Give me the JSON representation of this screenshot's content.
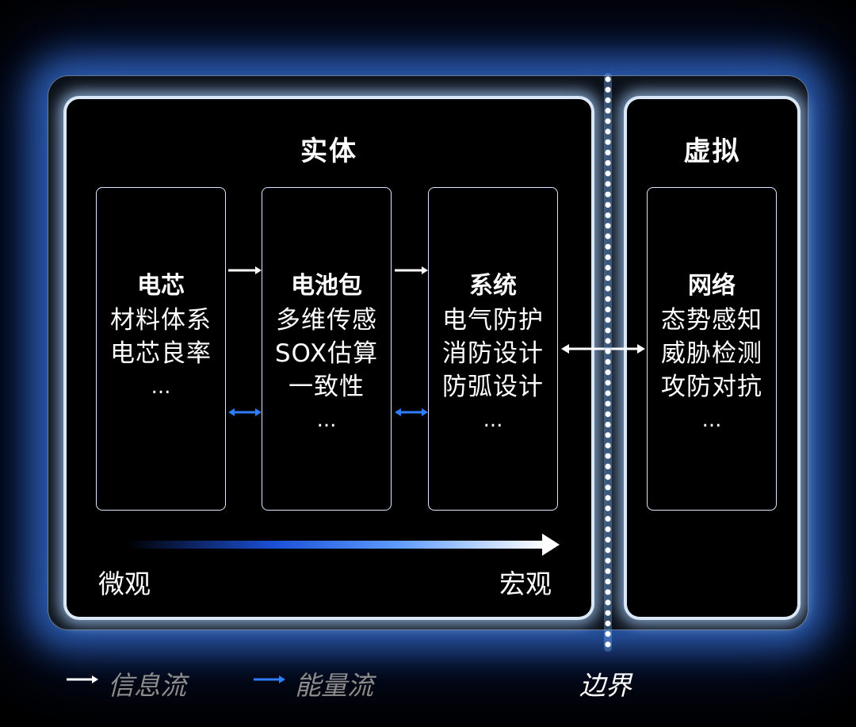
{
  "physical": {
    "title": "实体",
    "cards": [
      {
        "title": "电芯",
        "lines": [
          "材料体系",
          "电芯良率",
          "..."
        ]
      },
      {
        "title": "电池包",
        "lines": [
          "多维传感",
          "SOX估算",
          "一致性",
          "..."
        ]
      },
      {
        "title": "系统",
        "lines": [
          "电气防护",
          "消防设计",
          "防弧设计",
          "..."
        ]
      }
    ],
    "scale_start": "微观",
    "scale_end": "宏观"
  },
  "virtual": {
    "title": "虚拟",
    "card": {
      "title": "网络",
      "lines": [
        "态势感知",
        "威胁检测",
        "攻防对抗",
        "..."
      ]
    }
  },
  "legend": {
    "info_flow": "信息流",
    "energy_flow": "能量流",
    "boundary": "边界"
  },
  "colors": {
    "info_flow": "#ffffff",
    "energy_flow": "#2f7dff",
    "glow": "#4a8cff",
    "card_border": "#d8e6ff"
  }
}
